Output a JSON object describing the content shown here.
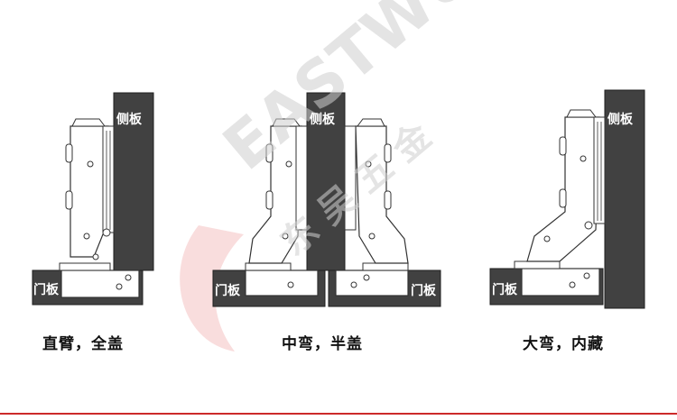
{
  "colors": {
    "board": "#414141",
    "board_edge": "#1f1f1f",
    "hinge_fill": "#ffffff",
    "hinge_stroke": "#333333",
    "watermark": "#cfcfcf",
    "accent_line": "#cc2a2a"
  },
  "watermark": {
    "brand_latin": "EASTWU",
    "brand_cjk": "东 吴 五 金"
  },
  "diagrams": [
    {
      "side_board_label": "侧板",
      "door_board_label": "门板",
      "caption": "直臂，全盖"
    },
    {
      "side_board_label": "侧板",
      "door_board_labels": [
        "门板",
        "门板"
      ],
      "caption": "中弯，半盖"
    },
    {
      "side_board_label": "侧板",
      "door_board_label": "门板",
      "caption": "大弯，内藏"
    }
  ]
}
